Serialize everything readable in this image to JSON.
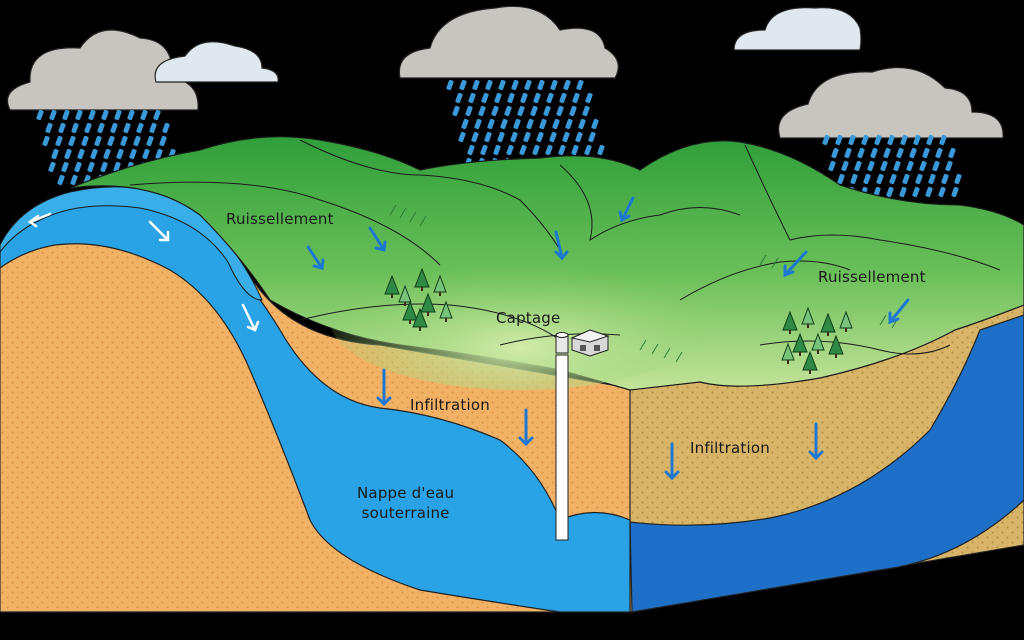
{
  "labels": {
    "runoff_left": "Ruissellement",
    "runoff_right": "Ruissellement",
    "capture": "Captage",
    "infiltration_left": "Infiltration",
    "infiltration_right": "Infiltration",
    "aquifer": "Nappe d'eau\nsouterraine"
  },
  "colors": {
    "background": "#000000",
    "cloud_dark": "#c8c4bf",
    "cloud_light": "#dfe8ee",
    "rain": "#3a9ad9",
    "hill_dark": "#2f9e3a",
    "hill_light": "#a8d87a",
    "soil": "#f2b266",
    "soil_side": "#d8b468",
    "aquifer": "#2aa3e6",
    "aquifer_deep": "#1e6fc8",
    "arrow": "#1e78d2",
    "tree_dark": "#2e8a45",
    "tree_light": "#79c27a"
  },
  "icons": [
    "cloud-icon",
    "rain-icon",
    "tree-icon",
    "arrow-down-icon",
    "well-icon",
    "building-icon"
  ]
}
